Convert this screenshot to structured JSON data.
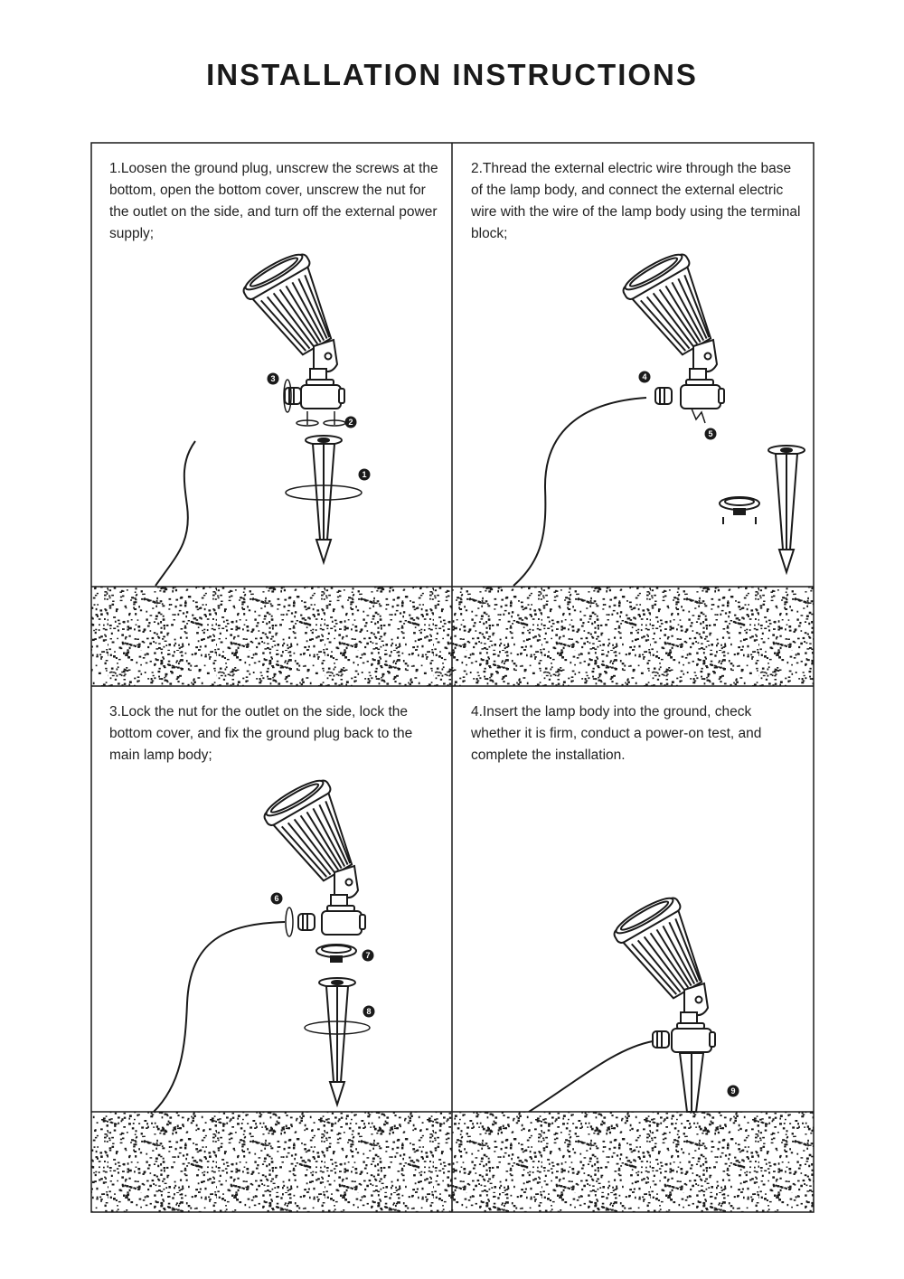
{
  "title": "INSTALLATION INSTRUCTIONS",
  "steps": [
    {
      "text": "1.Loosen the ground plug, unscrew the screws at the bottom, open the bottom cover, unscrew the nut for the outlet on the side, and turn off the external power supply;"
    },
    {
      "text": "2.Thread the external electric wire through the base of the lamp body, and connect the external electric wire with the wire of the lamp body using the terminal block;"
    },
    {
      "text": "3.Lock the nut for the outlet on the side, lock the bottom cover, and fix the ground plug back to the main lamp body;"
    },
    {
      "text": "4.Insert the lamp body into the ground, check whether it is firm, conduct a power-on test, and complete the installation."
    }
  ],
  "callouts": [
    "1",
    "2",
    "3",
    "4",
    "5",
    "6",
    "7",
    "8",
    "9"
  ],
  "colors": {
    "line": "#1a1a1a",
    "background": "#ffffff"
  }
}
